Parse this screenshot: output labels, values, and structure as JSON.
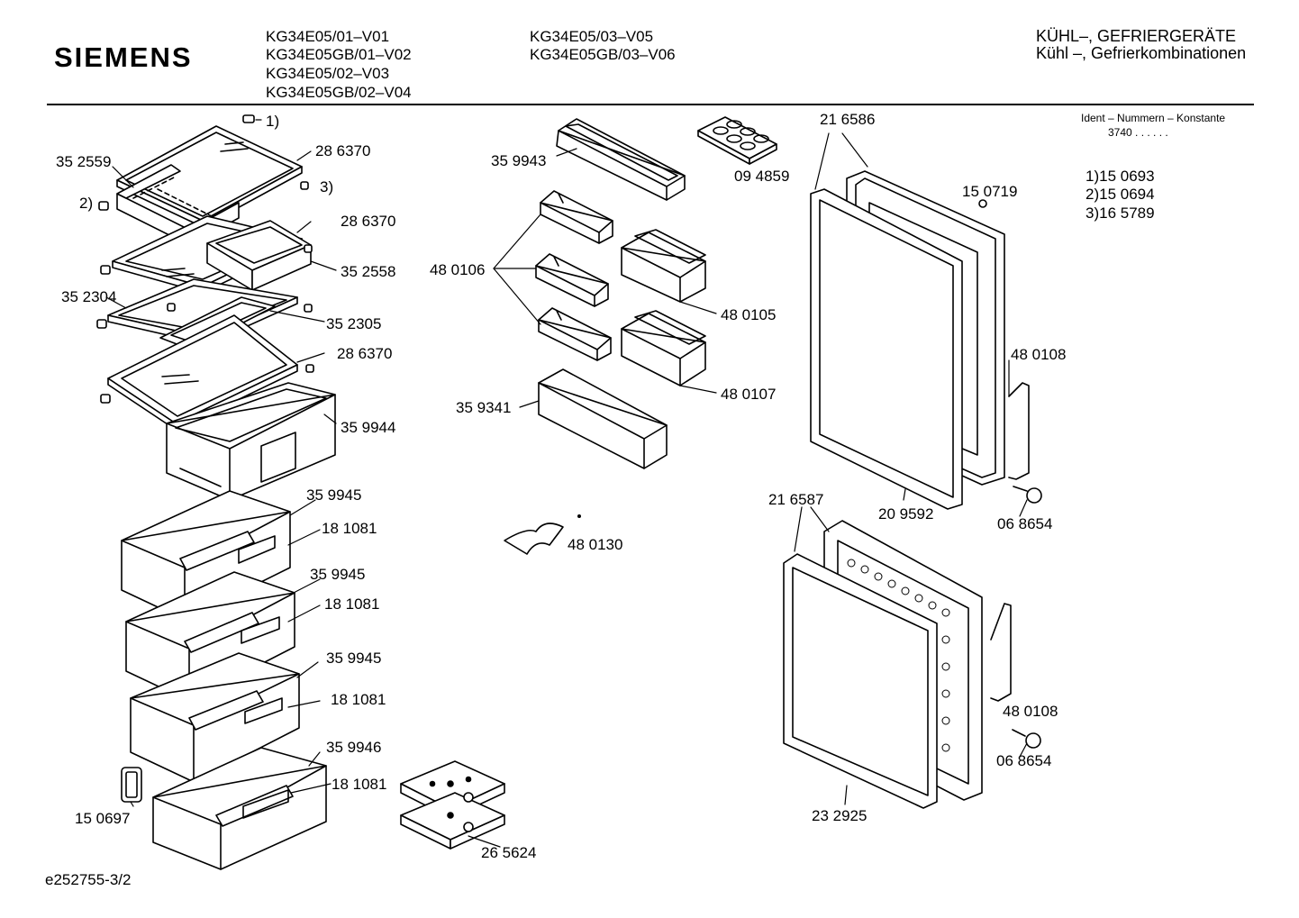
{
  "header": {
    "brand": "SIEMENS",
    "models_col1": [
      "KG34E05/01–V01",
      "KG34E05GB/01–V02",
      "KG34E05/02–V03",
      "KG34E05GB/02–V04"
    ],
    "models_col2": [
      "KG34E05/03–V05",
      "KG34E05GB/03–V06"
    ],
    "category_line1": "KÜHL–, GEFRIERGERÄTE",
    "category_line2": "Kühl –, Gefrierkombinationen"
  },
  "ident": {
    "title": "Ident – Nummern – Konstante",
    "value": "3740  .  .     .  .  .  .",
    "notes": [
      "1)15 0693",
      "2)15 0694",
      "3)16 5789"
    ]
  },
  "labels": {
    "note1": "1)",
    "note2": "2)",
    "note3": "3)",
    "p286370_a": "28 6370",
    "p286370_b": "28 6370",
    "p286370_c": "28 6370",
    "p352559": "35 2559",
    "p352558": "35 2558",
    "p352304": "35 2304",
    "p352305": "35 2305",
    "p359944": "35 9944",
    "p359945_a": "35 9945",
    "p359945_b": "35 9945",
    "p359945_c": "35 9945",
    "p359946": "35 9946",
    "p181081_a": "18 1081",
    "p181081_b": "18 1081",
    "p181081_c": "18 1081",
    "p181081_d": "18 1081",
    "p150697": "15 0697",
    "p359943": "35 9943",
    "p094859": "09 4859",
    "p480106": "48 0106",
    "p480105": "48 0105",
    "p480107": "48 0107",
    "p359341": "35 9341",
    "p480130": "48 0130",
    "p265624": "26 5624",
    "p216586": "21 6586",
    "p150719": "15 0719",
    "p480108_a": "48 0108",
    "p209592": "20 9592",
    "p068654_a": "06 8654",
    "p216587": "21 6587",
    "p480108_b": "48 0108",
    "p068654_b": "06 8654",
    "p232925": "23 2925"
  },
  "footer": {
    "doc_id": "e252755-3/2"
  }
}
